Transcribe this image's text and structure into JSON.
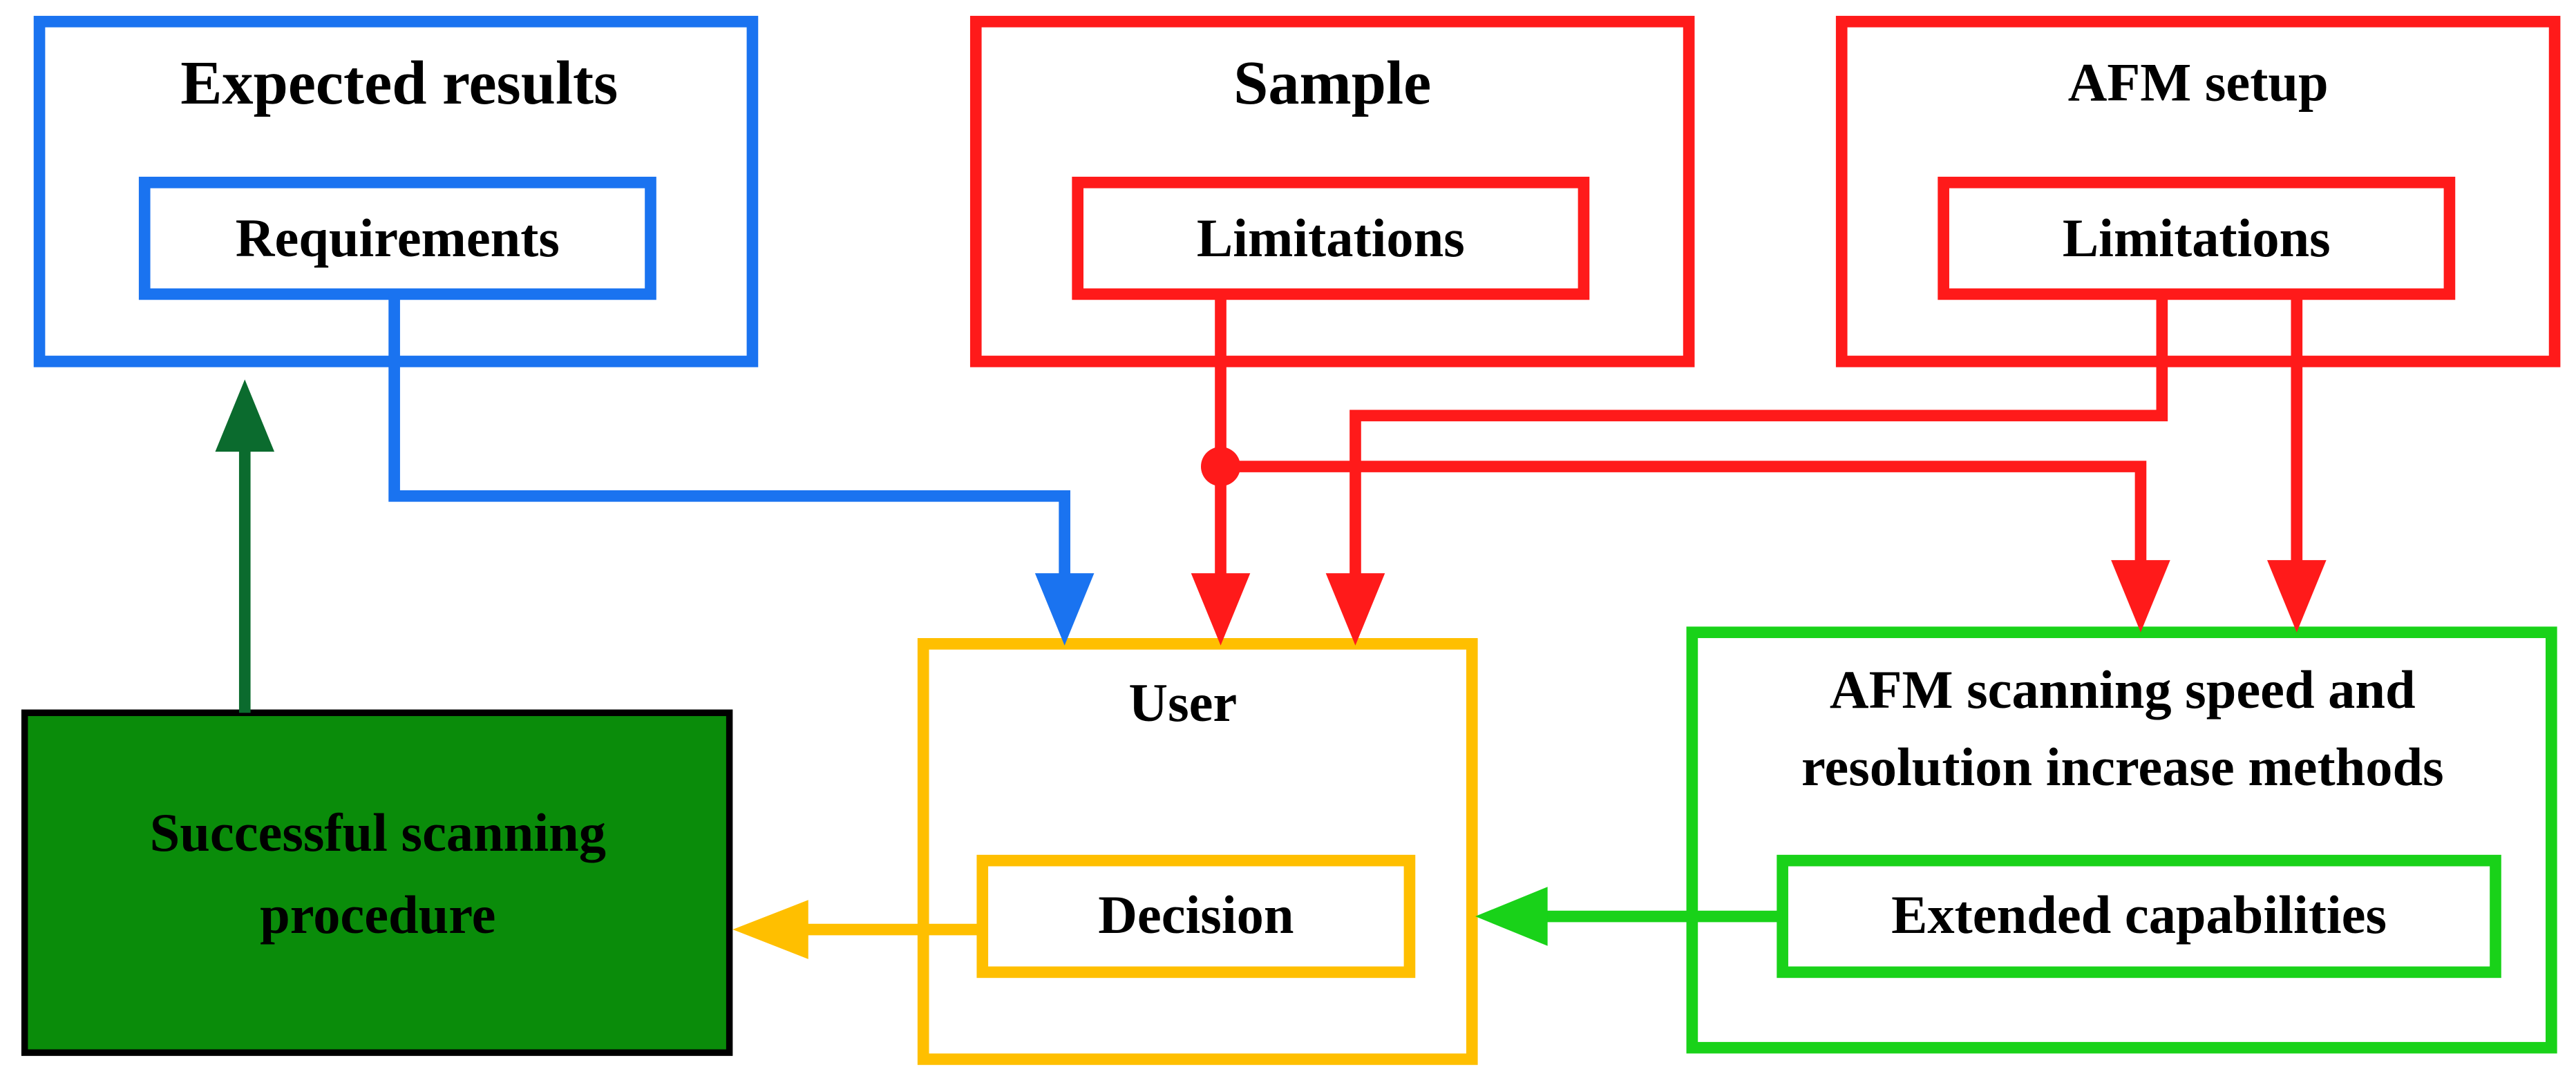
{
  "colors": {
    "expected": "#1a73f0",
    "sample": "#ff1a1a",
    "setup": "#ff1a1a",
    "user": "#ffbf00",
    "methods": "#19d219",
    "success_fill": "#0a8c0a",
    "success_arrow": "#0b6b2e",
    "border_dark": "#000000"
  },
  "boxes": {
    "expected_results": {
      "title": "Expected results",
      "inner": "Requirements"
    },
    "sample": {
      "title": "Sample",
      "inner": "Limitations"
    },
    "afm_setup": {
      "title": "AFM setup",
      "inner": "Limitations"
    },
    "user": {
      "title": "User",
      "inner": "Decision"
    },
    "methods": {
      "title_line1": "AFM scanning speed and",
      "title_line2": "resolution increase methods",
      "inner": "Extended capabilities"
    },
    "success": {
      "line1": "Successful scanning",
      "line2": "procedure"
    }
  }
}
